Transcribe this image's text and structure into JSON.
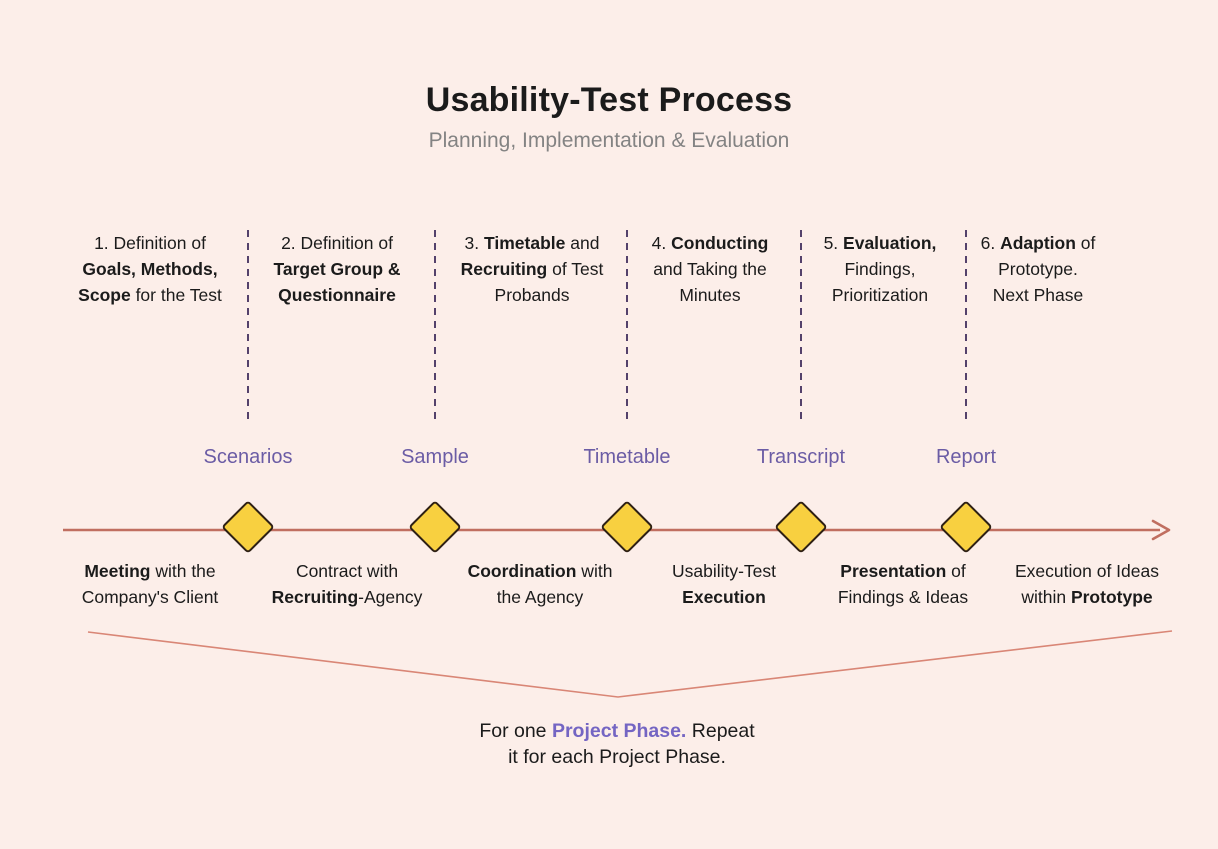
{
  "header": {
    "title": "Usability-Test Process",
    "subtitle": "Planning, Implementation & Evaluation"
  },
  "phases": [
    {
      "lines": [
        [
          {
            "t": "1. Definition of"
          }
        ],
        [
          {
            "t": "Goals, Methods,",
            "b": true
          }
        ],
        [
          {
            "t": "Scope",
            "b": true
          },
          {
            "t": " for the Test"
          }
        ]
      ]
    },
    {
      "lines": [
        [
          {
            "t": "2. Definition of"
          }
        ],
        [
          {
            "t": "Target Group &",
            "b": true
          }
        ],
        [
          {
            "t": "Questionnaire",
            "b": true
          }
        ]
      ]
    },
    {
      "lines": [
        [
          {
            "t": "3. "
          },
          {
            "t": "Timetable",
            "b": true
          },
          {
            "t": " and"
          }
        ],
        [
          {
            "t": "Recruiting",
            "b": true
          },
          {
            "t": " of Test"
          }
        ],
        [
          {
            "t": "Probands"
          }
        ]
      ]
    },
    {
      "lines": [
        [
          {
            "t": "4. "
          },
          {
            "t": "Conducting",
            "b": true
          }
        ],
        [
          {
            "t": "and Taking the"
          }
        ],
        [
          {
            "t": "Minutes"
          }
        ]
      ]
    },
    {
      "lines": [
        [
          {
            "t": "5. "
          },
          {
            "t": "Evaluation,",
            "b": true
          }
        ],
        [
          {
            "t": "Findings,"
          }
        ],
        [
          {
            "t": "Prioritization"
          }
        ]
      ]
    },
    {
      "lines": [
        [
          {
            "t": "6. "
          },
          {
            "t": "Adaption",
            "b": true
          },
          {
            "t": " of"
          }
        ],
        [
          {
            "t": "Prototype."
          }
        ],
        [
          {
            "t": "Next Phase"
          }
        ]
      ]
    }
  ],
  "milestones": [
    {
      "label": "Scenarios"
    },
    {
      "label": "Sample"
    },
    {
      "label": "Timetable"
    },
    {
      "label": "Transcript"
    },
    {
      "label": "Report"
    }
  ],
  "descriptions": [
    {
      "lines": [
        [
          {
            "t": "Meeting",
            "b": true
          },
          {
            "t": " with the"
          }
        ],
        [
          {
            "t": "Company's Client"
          }
        ]
      ]
    },
    {
      "lines": [
        [
          {
            "t": "Contract with"
          }
        ],
        [
          {
            "t": "Recruiting",
            "b": true
          },
          {
            "t": "-Agency"
          }
        ]
      ]
    },
    {
      "lines": [
        [
          {
            "t": "Coordination",
            "b": true
          },
          {
            "t": " with"
          }
        ],
        [
          {
            "t": "the Agency"
          }
        ]
      ]
    },
    {
      "lines": [
        [
          {
            "t": "Usability-Test"
          }
        ],
        [
          {
            "t": "Execution",
            "b": true
          }
        ]
      ]
    },
    {
      "lines": [
        [
          {
            "t": "Presentation",
            "b": true
          },
          {
            "t": " of"
          }
        ],
        [
          {
            "t": "Findings & Ideas"
          }
        ]
      ]
    },
    {
      "lines": [
        [
          {
            "t": "Execution of Ideas"
          }
        ],
        [
          {
            "t": "within "
          },
          {
            "t": "Prototype",
            "b": true
          }
        ]
      ]
    }
  ],
  "note": {
    "lines": [
      [
        {
          "t": "For one "
        },
        {
          "t": "Project Phase.",
          "b": true,
          "c": "purple"
        },
        {
          "t": " Repeat"
        }
      ],
      [
        {
          "t": "it for each Project Phase."
        }
      ]
    ]
  },
  "colors": {
    "background": "#FCEEE9",
    "text": "#1B1B1B",
    "subtitle": "#838383",
    "divider_dash": "#54416B",
    "milestone_label": "#6B5CA5",
    "timeline_arrow": "#C06E60",
    "v_line": "#D98676",
    "diamond_fill": "#F8D040",
    "diamond_border": "#2E2014",
    "note_highlight": "#7465C3"
  }
}
